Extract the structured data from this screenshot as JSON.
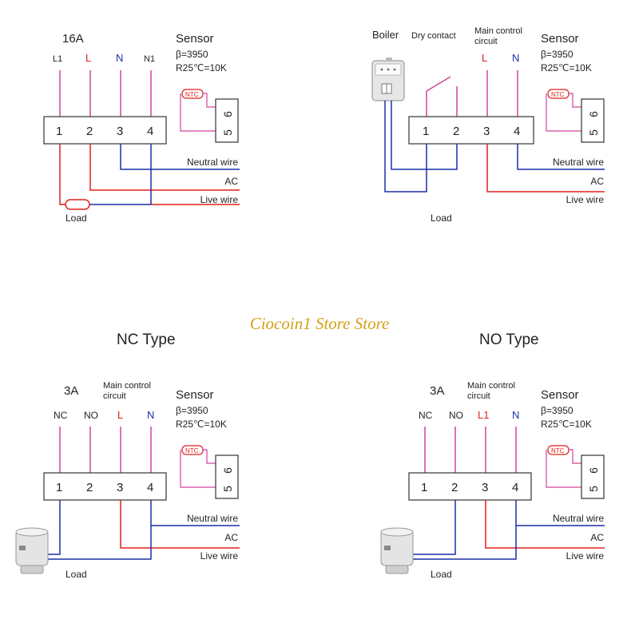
{
  "colors": {
    "magenta": "#d0449c",
    "red": "#e0201c",
    "blue": "#1c2ea8",
    "ntc": "#e0201c",
    "text": "#222222",
    "watermark": "#d4a017"
  },
  "watermark": "Ciocoin1 Store Store",
  "panels": {
    "tl": {
      "rating": "16A",
      "sensor_title": "Sensor",
      "beta": "β=3950",
      "r25": "R25℃=10K",
      "ntc": "NTC",
      "sensor_terminals": [
        "6",
        "5"
      ],
      "terminal_labels": [
        "L1",
        "L",
        "N",
        "N1"
      ],
      "terminals": [
        "1",
        "2",
        "3",
        "4"
      ],
      "wires": [
        "Neutral wire",
        "AC",
        "Live wire"
      ],
      "load": "Load"
    },
    "tr": {
      "boiler": "Boiler",
      "dry_contact": "Dry contact",
      "main_control": "Main control",
      "circuit": "circuit",
      "sensor_title": "Sensor",
      "beta": "β=3950",
      "r25": "R25℃=10K",
      "ntc": "NTC",
      "sensor_terminals": [
        "6",
        "5"
      ],
      "terminal_labels": [
        "L",
        "N"
      ],
      "terminals": [
        "1",
        "2",
        "3",
        "4"
      ],
      "wires": [
        "Neutral wire",
        "AC",
        "Live wire"
      ],
      "load": "Load"
    },
    "bl": {
      "type_title": "NC Type",
      "rating": "3A",
      "main_control": "Main control",
      "circuit": "circuit",
      "sensor_title": "Sensor",
      "beta": "β=3950",
      "r25": "R25℃=10K",
      "ntc": "NTC",
      "sensor_terminals": [
        "6",
        "5"
      ],
      "terminal_labels": [
        "NC",
        "NO",
        "L",
        "N"
      ],
      "terminals": [
        "1",
        "2",
        "3",
        "4"
      ],
      "wires": [
        "Neutral wire",
        "AC",
        "Live wire"
      ],
      "load": "Load"
    },
    "br": {
      "type_title": "NO Type",
      "rating": "3A",
      "main_control": "Main control",
      "circuit": "circuit",
      "sensor_title": "Sensor",
      "beta": "β=3950",
      "r25": "R25℃=10K",
      "ntc": "NTC",
      "sensor_terminals": [
        "6",
        "5"
      ],
      "terminal_labels": [
        "NC",
        "NO",
        "L1",
        "N"
      ],
      "terminals": [
        "1",
        "2",
        "3",
        "4"
      ],
      "wires": [
        "Neutral wire",
        "AC",
        "Live wire"
      ],
      "load": "Load"
    }
  }
}
